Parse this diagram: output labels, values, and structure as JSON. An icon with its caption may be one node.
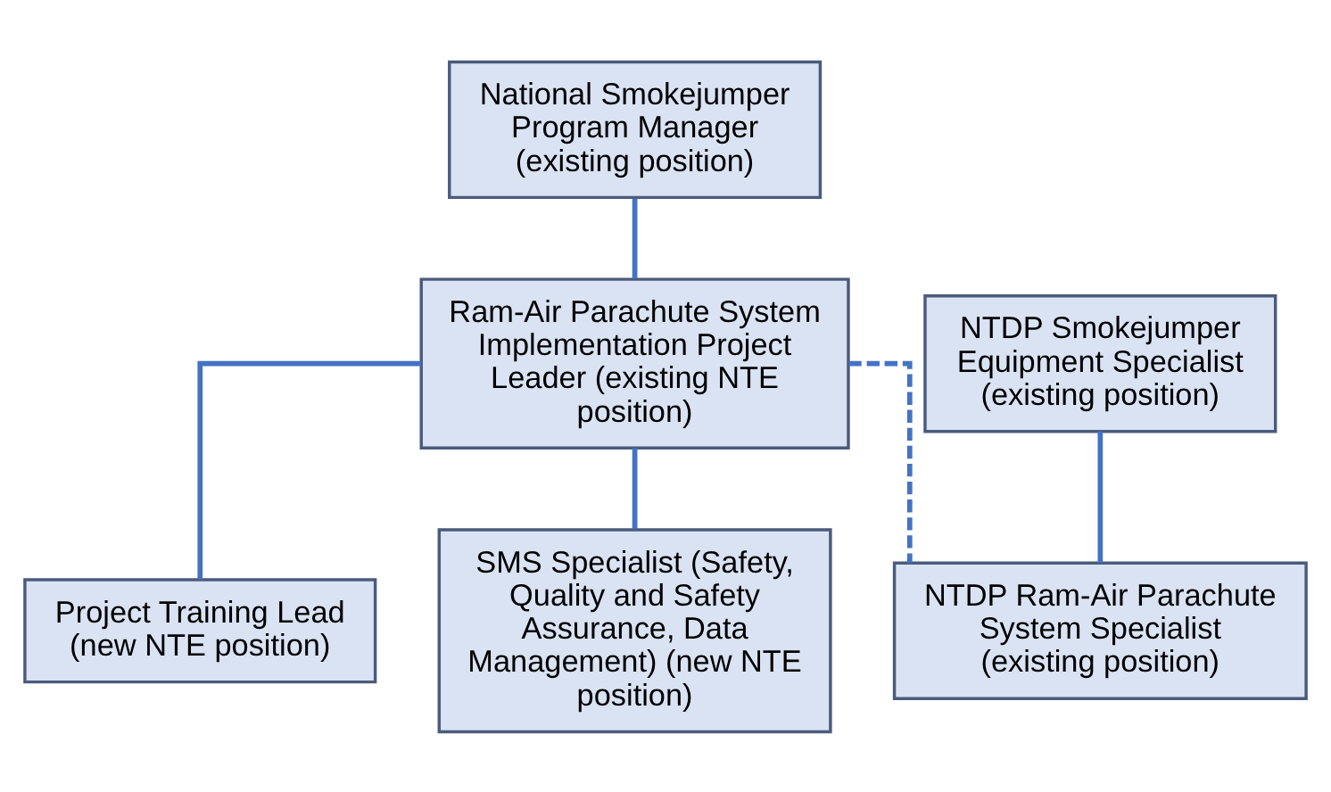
{
  "diagram": {
    "nodes": [
      {
        "text": [
          "National Smokejumper Program Manager (existing position)"
        ]
      },
      {
        "text": [
          "Ram-Air Parachute System Implementation Project Leader (existing NTE position)"
        ]
      },
      {
        "text": [
          "NTDP Smokejumper Equipment Specialist (existing position)"
        ]
      },
      {
        "text": [
          "Project Training Lead (new NTE position)"
        ]
      },
      {
        "text": [
          "SMS Specialist (Safety, Quality and Safety Assurance, Data Management) (new NTE position)"
        ]
      },
      {
        "text": [
          "NTDP Ram-Air Parachute System Specialist (existing position)"
        ]
      }
    ],
    "edges": [
      {
        "from": 0,
        "to": 1,
        "arrow": "none"
      },
      {
        "from": 1,
        "to": 3,
        "arrow": "none"
      },
      {
        "from": 1,
        "to": 4,
        "arrow": "none"
      },
      {
        "from": 1,
        "to": 5,
        "arrow": "none",
        "style": "dashed"
      },
      {
        "from": 2,
        "to": 5,
        "arrow": "none"
      }
    ]
  }
}
